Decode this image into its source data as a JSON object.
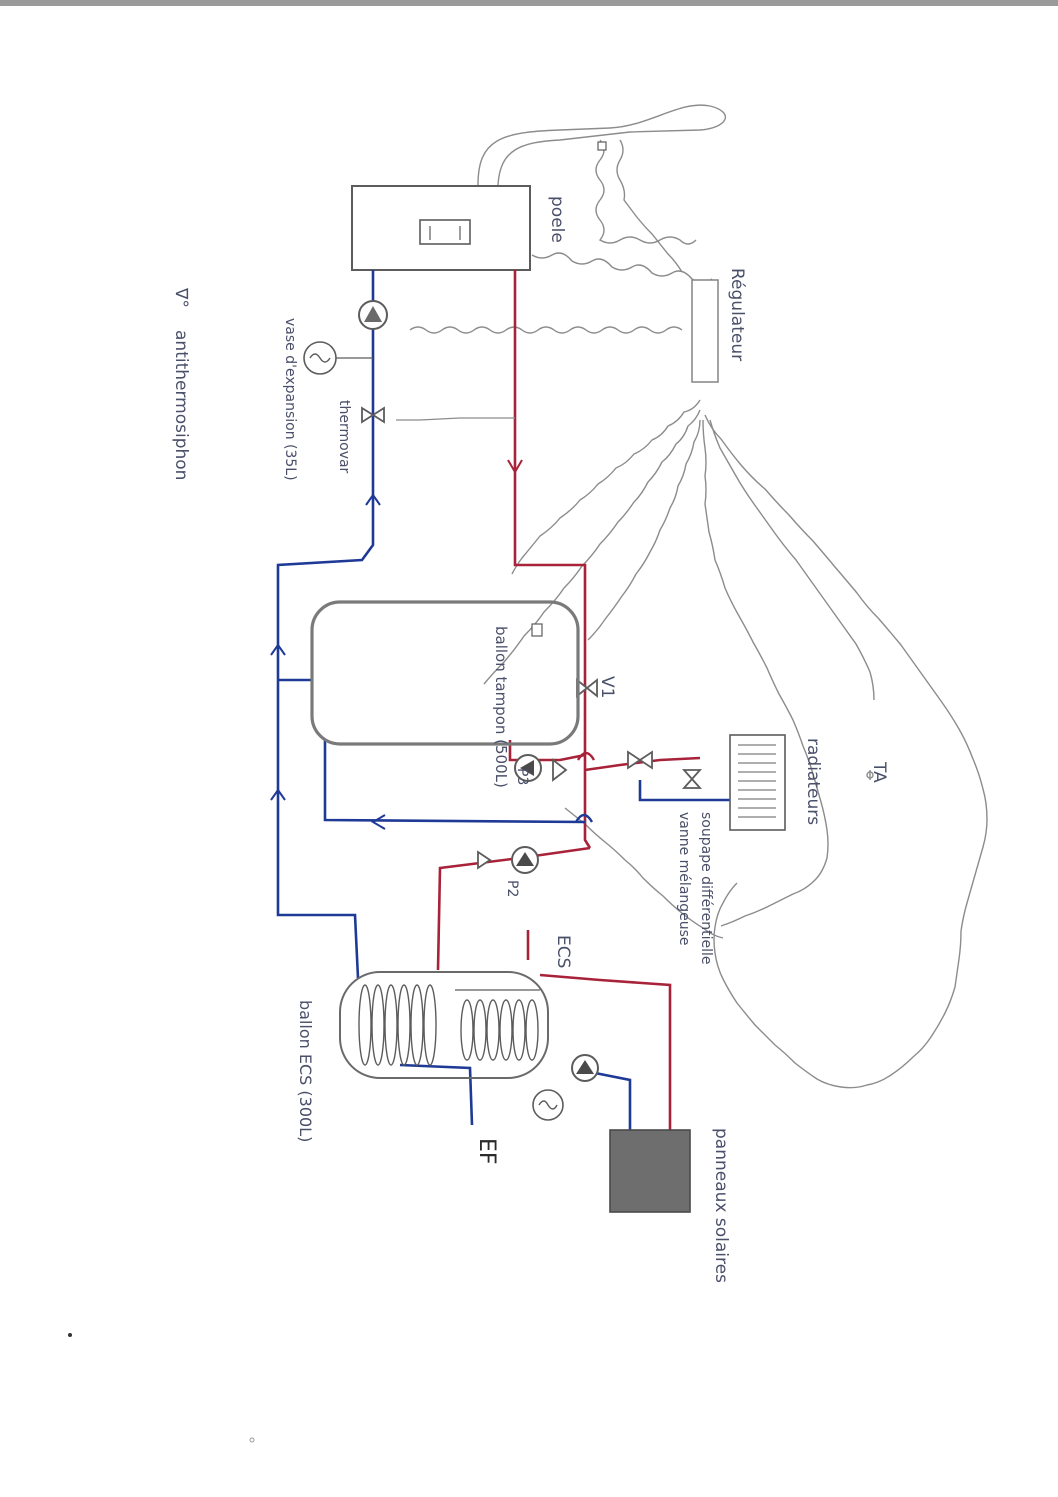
{
  "labels": {
    "poele": "poele",
    "regulateur": "Régulateur",
    "vase_expansion": "vase d'expansion (35L)",
    "thermovar": "thermovar",
    "antithermosiphon": "antithermosiphon",
    "antithermosiphon_symbol": "∇°",
    "ballon_tampon": "ballon tampon (500L)",
    "v1": "V1",
    "p3": "P3",
    "p2": "P2",
    "soupape": "soupape différentielle",
    "vanne_melangeuse": "vanne mélangeuse",
    "radiateurs": "radiateurs",
    "ta": "TA",
    "ecs": "ECS",
    "ballon_ecs": "ballon ECS (300L)",
    "ef": "EF",
    "panneaux": "panneaux solaires"
  },
  "colors": {
    "hot": "#a8223a",
    "cold": "#1f3a96",
    "pencil": "#8c8c8c",
    "pencil_dark": "#5c5c5c",
    "label_ink": "#4a4f6a"
  }
}
